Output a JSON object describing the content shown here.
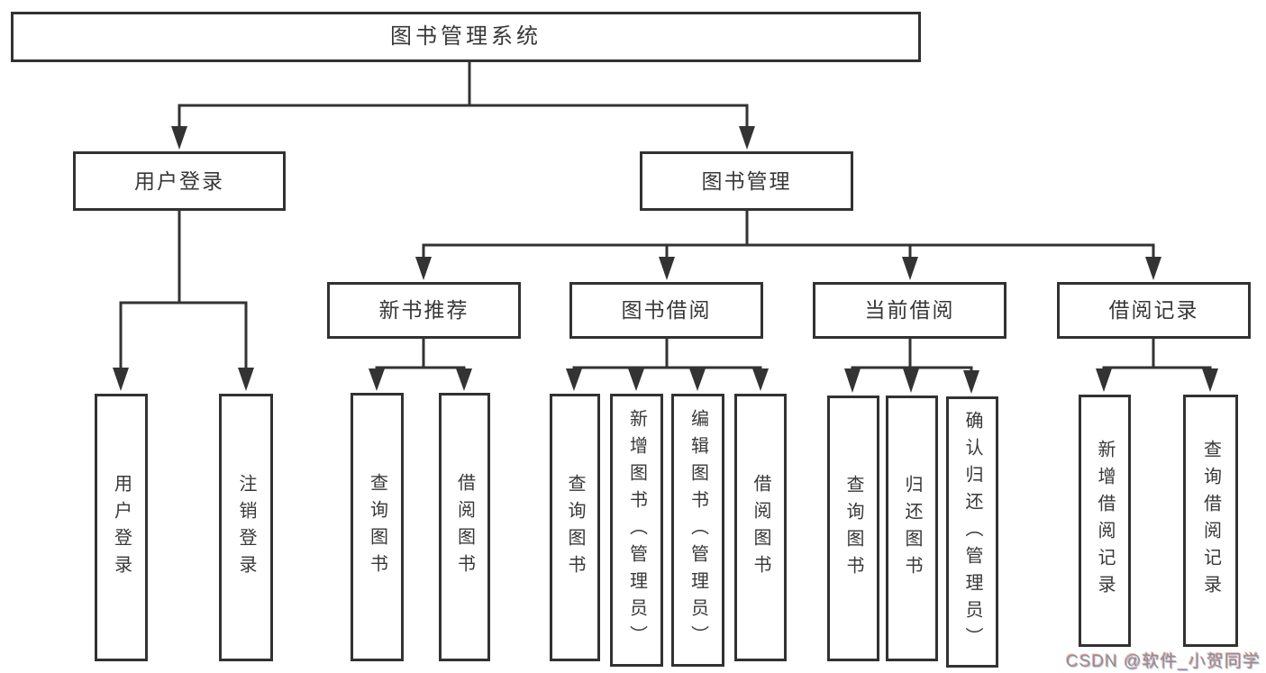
{
  "diagram": {
    "root": {
      "label": "图书管理系统"
    },
    "level2": [
      {
        "label": "用户登录",
        "leaves": [
          {
            "label": "用户登录"
          },
          {
            "label": "注销登录"
          }
        ]
      },
      {
        "label": "图书管理",
        "level3": [
          {
            "label": "新书推荐",
            "leaves": [
              {
                "label": "查询图书"
              },
              {
                "label": "借阅图书"
              }
            ]
          },
          {
            "label": "图书借阅",
            "leaves": [
              {
                "label": "查询图书"
              },
              {
                "label": "新增图书（管理员）"
              },
              {
                "label": "编辑图书（管理员）"
              },
              {
                "label": "借阅图书"
              }
            ]
          },
          {
            "label": "当前借阅",
            "leaves": [
              {
                "label": "查询图书"
              },
              {
                "label": "归还图书"
              },
              {
                "label": "确认归还（管理员）"
              }
            ]
          },
          {
            "label": "借阅记录",
            "leaves": [
              {
                "label": "新增借阅记录"
              },
              {
                "label": "查询借阅记录"
              }
            ]
          }
        ]
      }
    ]
  },
  "watermark": {
    "text": "CSDN @软件_小贺同学"
  },
  "colors": {
    "line": "#333333",
    "box_border": "#323232",
    "text": "#383838",
    "background": "#ffffff",
    "watermark": "#8f8f8f"
  }
}
